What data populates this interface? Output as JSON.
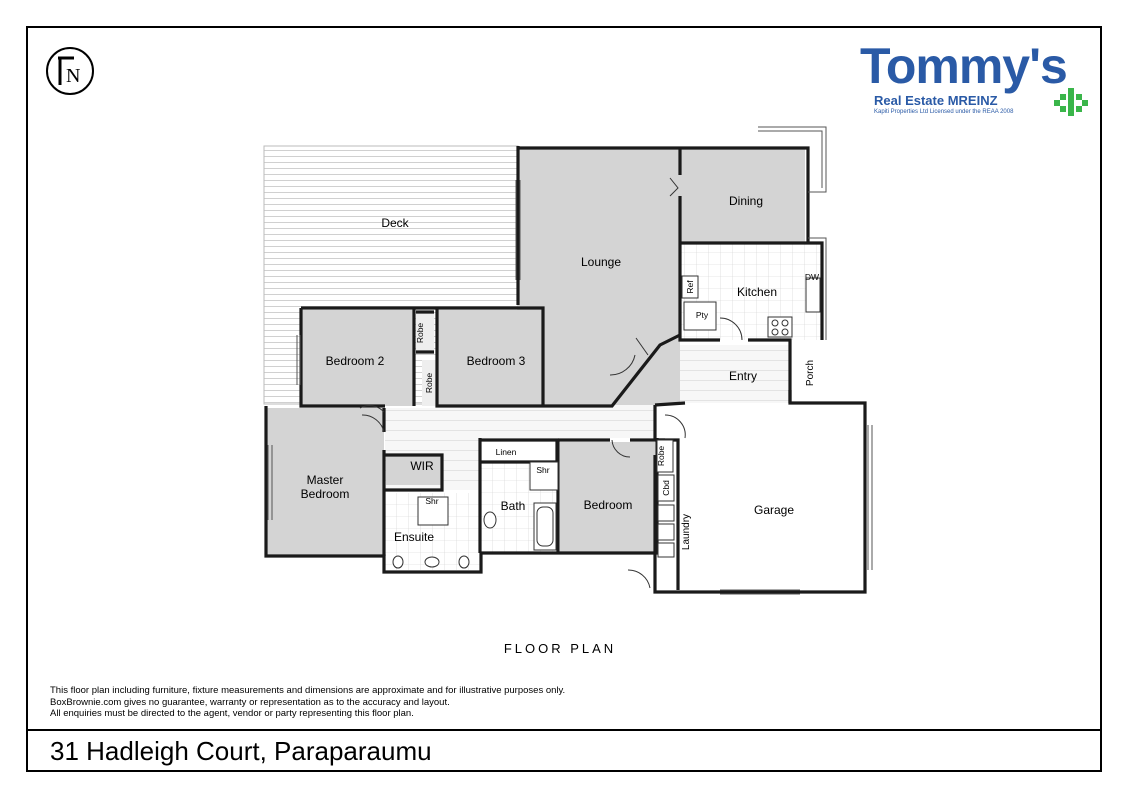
{
  "logo": {
    "name": "Tommy's",
    "subtitle": "Real Estate MREINZ",
    "license": "Kapiti Properties Ltd Licensed under the REAA 2008",
    "brand_color": "#2a5aa6",
    "accent_color": "#3ab54a"
  },
  "compass": {
    "letter": "N"
  },
  "rooms": {
    "deck": "Deck",
    "lounge": "Lounge",
    "dining": "Dining",
    "kitchen": "Kitchen",
    "dw": "DW",
    "ref": "Ref",
    "pty": "Pty",
    "bedroom2": "Bedroom 2",
    "bedroom3": "Bedroom 3",
    "robe_a": "Robe",
    "robe_b": "Robe",
    "robe_c": "Robe",
    "entry": "Entry",
    "porch": "Porch",
    "master_line1": "Master",
    "master_line2": "Bedroom",
    "wir": "WIR",
    "linen": "Linen",
    "shr_bath": "Shr",
    "shr_ensuite": "Shr",
    "bath": "Bath",
    "ensuite": "Ensuite",
    "bedroom": "Bedroom",
    "cbd": "Cbd",
    "laundry": "Laundry",
    "garage": "Garage"
  },
  "plan_title": "FLOOR PLAN",
  "disclaimer": [
    "This floor plan including furniture, fixture measurements and dimensions are approximate and for illustrative purposes only.",
    "BoxBrownie.com gives no guarantee, warranty or representation as to the accuracy and layout.",
    "All enquiries must be directed to the agent, vendor or party representing this floor plan."
  ],
  "address": "31 Hadleigh Court, Paraparaumu",
  "colors": {
    "room_fill": "#d4d4d4",
    "wall": "#1a1a1a",
    "deck_line": "#bfbfbf"
  }
}
